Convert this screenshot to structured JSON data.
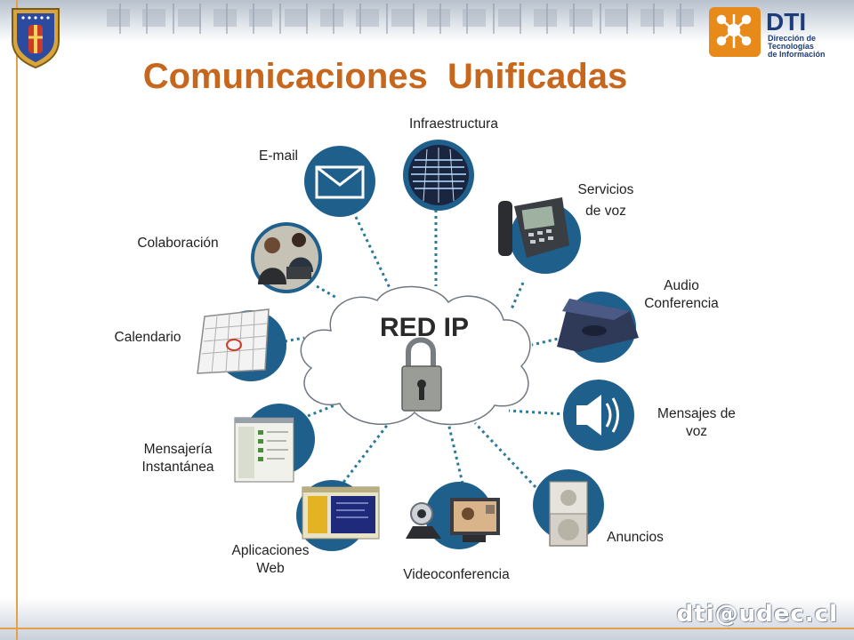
{
  "title": "Comunicaciones  Unificadas",
  "center": {
    "label": "RED IP"
  },
  "brand": {
    "logo_text": "DTI",
    "subtitle_lines": [
      "Dirección de",
      "Tecnologías",
      "de Información"
    ],
    "footer": "dti@udec.cl"
  },
  "services": {
    "infra": "Infraestructura",
    "email": "E-mail",
    "voz1": "Servicios",
    "voz2": "de voz",
    "colab": "Colaboración",
    "audio1": "Audio",
    "audio2": "Conferencia",
    "cal": "Calendario",
    "mvoz1": "Mensajes de",
    "mvoz2": "voz",
    "mi1": "Mensajería",
    "mi2": "Instantánea",
    "anun": "Anuncios",
    "web1": "Aplicaciones",
    "web2": "Web",
    "video": "Videoconferencia"
  },
  "colors": {
    "title": "#c7661d",
    "node": "#1f5f8b",
    "link": "#2a7a9a",
    "accent_rule": "#e3a24a"
  }
}
